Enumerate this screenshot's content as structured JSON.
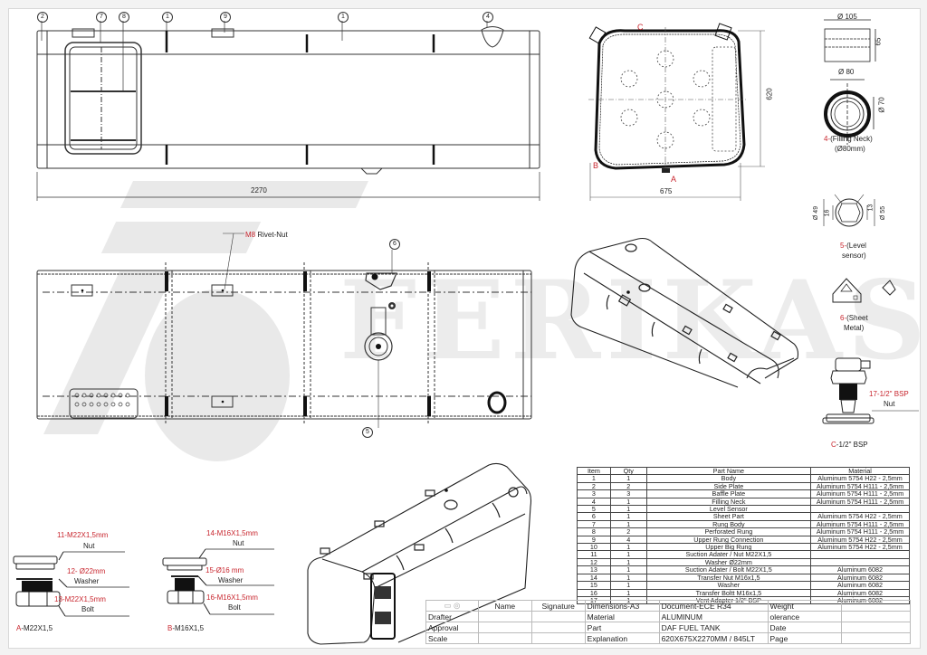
{
  "drawing": {
    "title": "DAF FUEL TANK",
    "watermark": "FERIKAS",
    "colors": {
      "accent_red": "#c8262e",
      "line": "#222222",
      "watermark": "#e9e9e9"
    }
  },
  "top_view": {
    "balloons": [
      "2",
      "7",
      "8",
      "1",
      "9",
      "1",
      "4"
    ],
    "overall_length": "2270"
  },
  "end_view": {
    "height": "620",
    "width": "675",
    "markers": {
      "a": "A",
      "b": "B",
      "c": "C"
    }
  },
  "filling_neck": {
    "dim_outer": "Ø 105",
    "dim_height": "65",
    "dim_80": "Ø 80",
    "dim_70": "Ø 70",
    "label_num": "4-",
    "label_text": "(Filling Neck)",
    "label_sub": "(Ø80mm)"
  },
  "level_sensor": {
    "dim_49": "Ø 49",
    "dim_16": "16",
    "dim_13": "13",
    "dim_55": "Ø 55",
    "label_num": "5-",
    "label_text": "(Level",
    "label_sub": "sensor)"
  },
  "sheet_metal": {
    "label_num": "6-",
    "label_text": "(Sheet",
    "label_sub": "Metal)"
  },
  "vent": {
    "callout_red": "17-1/2\" BSP",
    "callout_black": "Nut",
    "caption_letter": "C",
    "caption_text": "-1/2\" BSP"
  },
  "side_view": {
    "rivet_red": "M8",
    "rivet_text": "Rivet-Nut",
    "balloon_top": "6",
    "balloon_bottom": "5"
  },
  "fitting_a": {
    "nut_red": "11-M22X1,5mm",
    "nut_label": "Nut",
    "washer_red": "12- Ø22mm",
    "washer_label": "Washer",
    "bolt_red": "13-M22X1,5mm",
    "bolt_label": "Bolt",
    "caption_letter": "A",
    "caption_text": "-M22X1,5"
  },
  "fitting_b": {
    "nut_red": "14-M16X1,5mm",
    "nut_label": "Nut",
    "washer_red": "15-Ø16 mm",
    "washer_label": "Washer",
    "bolt_red": "16-M16X1,5mm",
    "bolt_label": "Bolt",
    "caption_letter": "B",
    "caption_text": "-M16X1,5"
  },
  "bom": {
    "headers": [
      "Item",
      "Qty",
      "Part Name",
      "Material"
    ],
    "rows": [
      [
        "1",
        "1",
        "Body",
        "Aluminum 5754 H22 - 2,5mm"
      ],
      [
        "2",
        "2",
        "Side Plate",
        "Aluminum 5754 H111 - 2,5mm"
      ],
      [
        "3",
        "3",
        "Baffle Plate",
        "Aluminum 5754 H111 - 2,5mm"
      ],
      [
        "4",
        "1",
        "Filling Neck",
        "Aluminum 5754 H111 - 2,5mm"
      ],
      [
        "5",
        "1",
        "Level Sensor",
        ""
      ],
      [
        "6",
        "1",
        "Sheet Part",
        "Aluminum 5754 H22 - 2,5mm"
      ],
      [
        "7",
        "1",
        "Rung Body",
        "Aluminum 5754 H111 - 2,5mm"
      ],
      [
        "8",
        "2",
        "Perforated Rung",
        "Aluminum 5754 H111 - 2,5mm"
      ],
      [
        "9",
        "4",
        "Upper Rung Connection",
        "Aluminum 5754 H22 - 2,5mm"
      ],
      [
        "10",
        "1",
        "Upper Big Rung",
        "Aluminum 5754 H22 - 2,5mm"
      ],
      [
        "11",
        "1",
        "Suction Adater / Nut M22X1,5",
        ""
      ],
      [
        "12",
        "1",
        "Washer Ø22mm",
        ""
      ],
      [
        "13",
        "1",
        "Suction Adater / Bolt M22X1,5",
        "Aluminum 6082"
      ],
      [
        "14",
        "1",
        "Transfer Nut M16x1,5",
        "Aluminum 6082"
      ],
      [
        "15",
        "1",
        "Washer",
        "Aluminum 6082"
      ],
      [
        "16",
        "1",
        "Transfer Boltt M16x1,5",
        "Aluminum 6082"
      ],
      [
        "17",
        "1",
        "Vent Adapter 1/2\" BSP",
        "Aluminum 6082"
      ]
    ]
  },
  "title_block": {
    "col_name": "Name",
    "col_signature": "Signature",
    "dimensions": "Dimensions-A3",
    "document": "Document-ECE R34",
    "weight": "Weight",
    "drafter": "Drafter",
    "material_label": "Material",
    "material_value": "ALUMINUM",
    "tolerance": "olerance",
    "approval": "Approval",
    "part_label": "Part",
    "part_value": "DAF FUEL TANK",
    "date": "Date",
    "scale": "Scale",
    "explanation_label": "Explanation",
    "explanation_value": "620X675X2270MM / 845LT",
    "page": "Page"
  }
}
